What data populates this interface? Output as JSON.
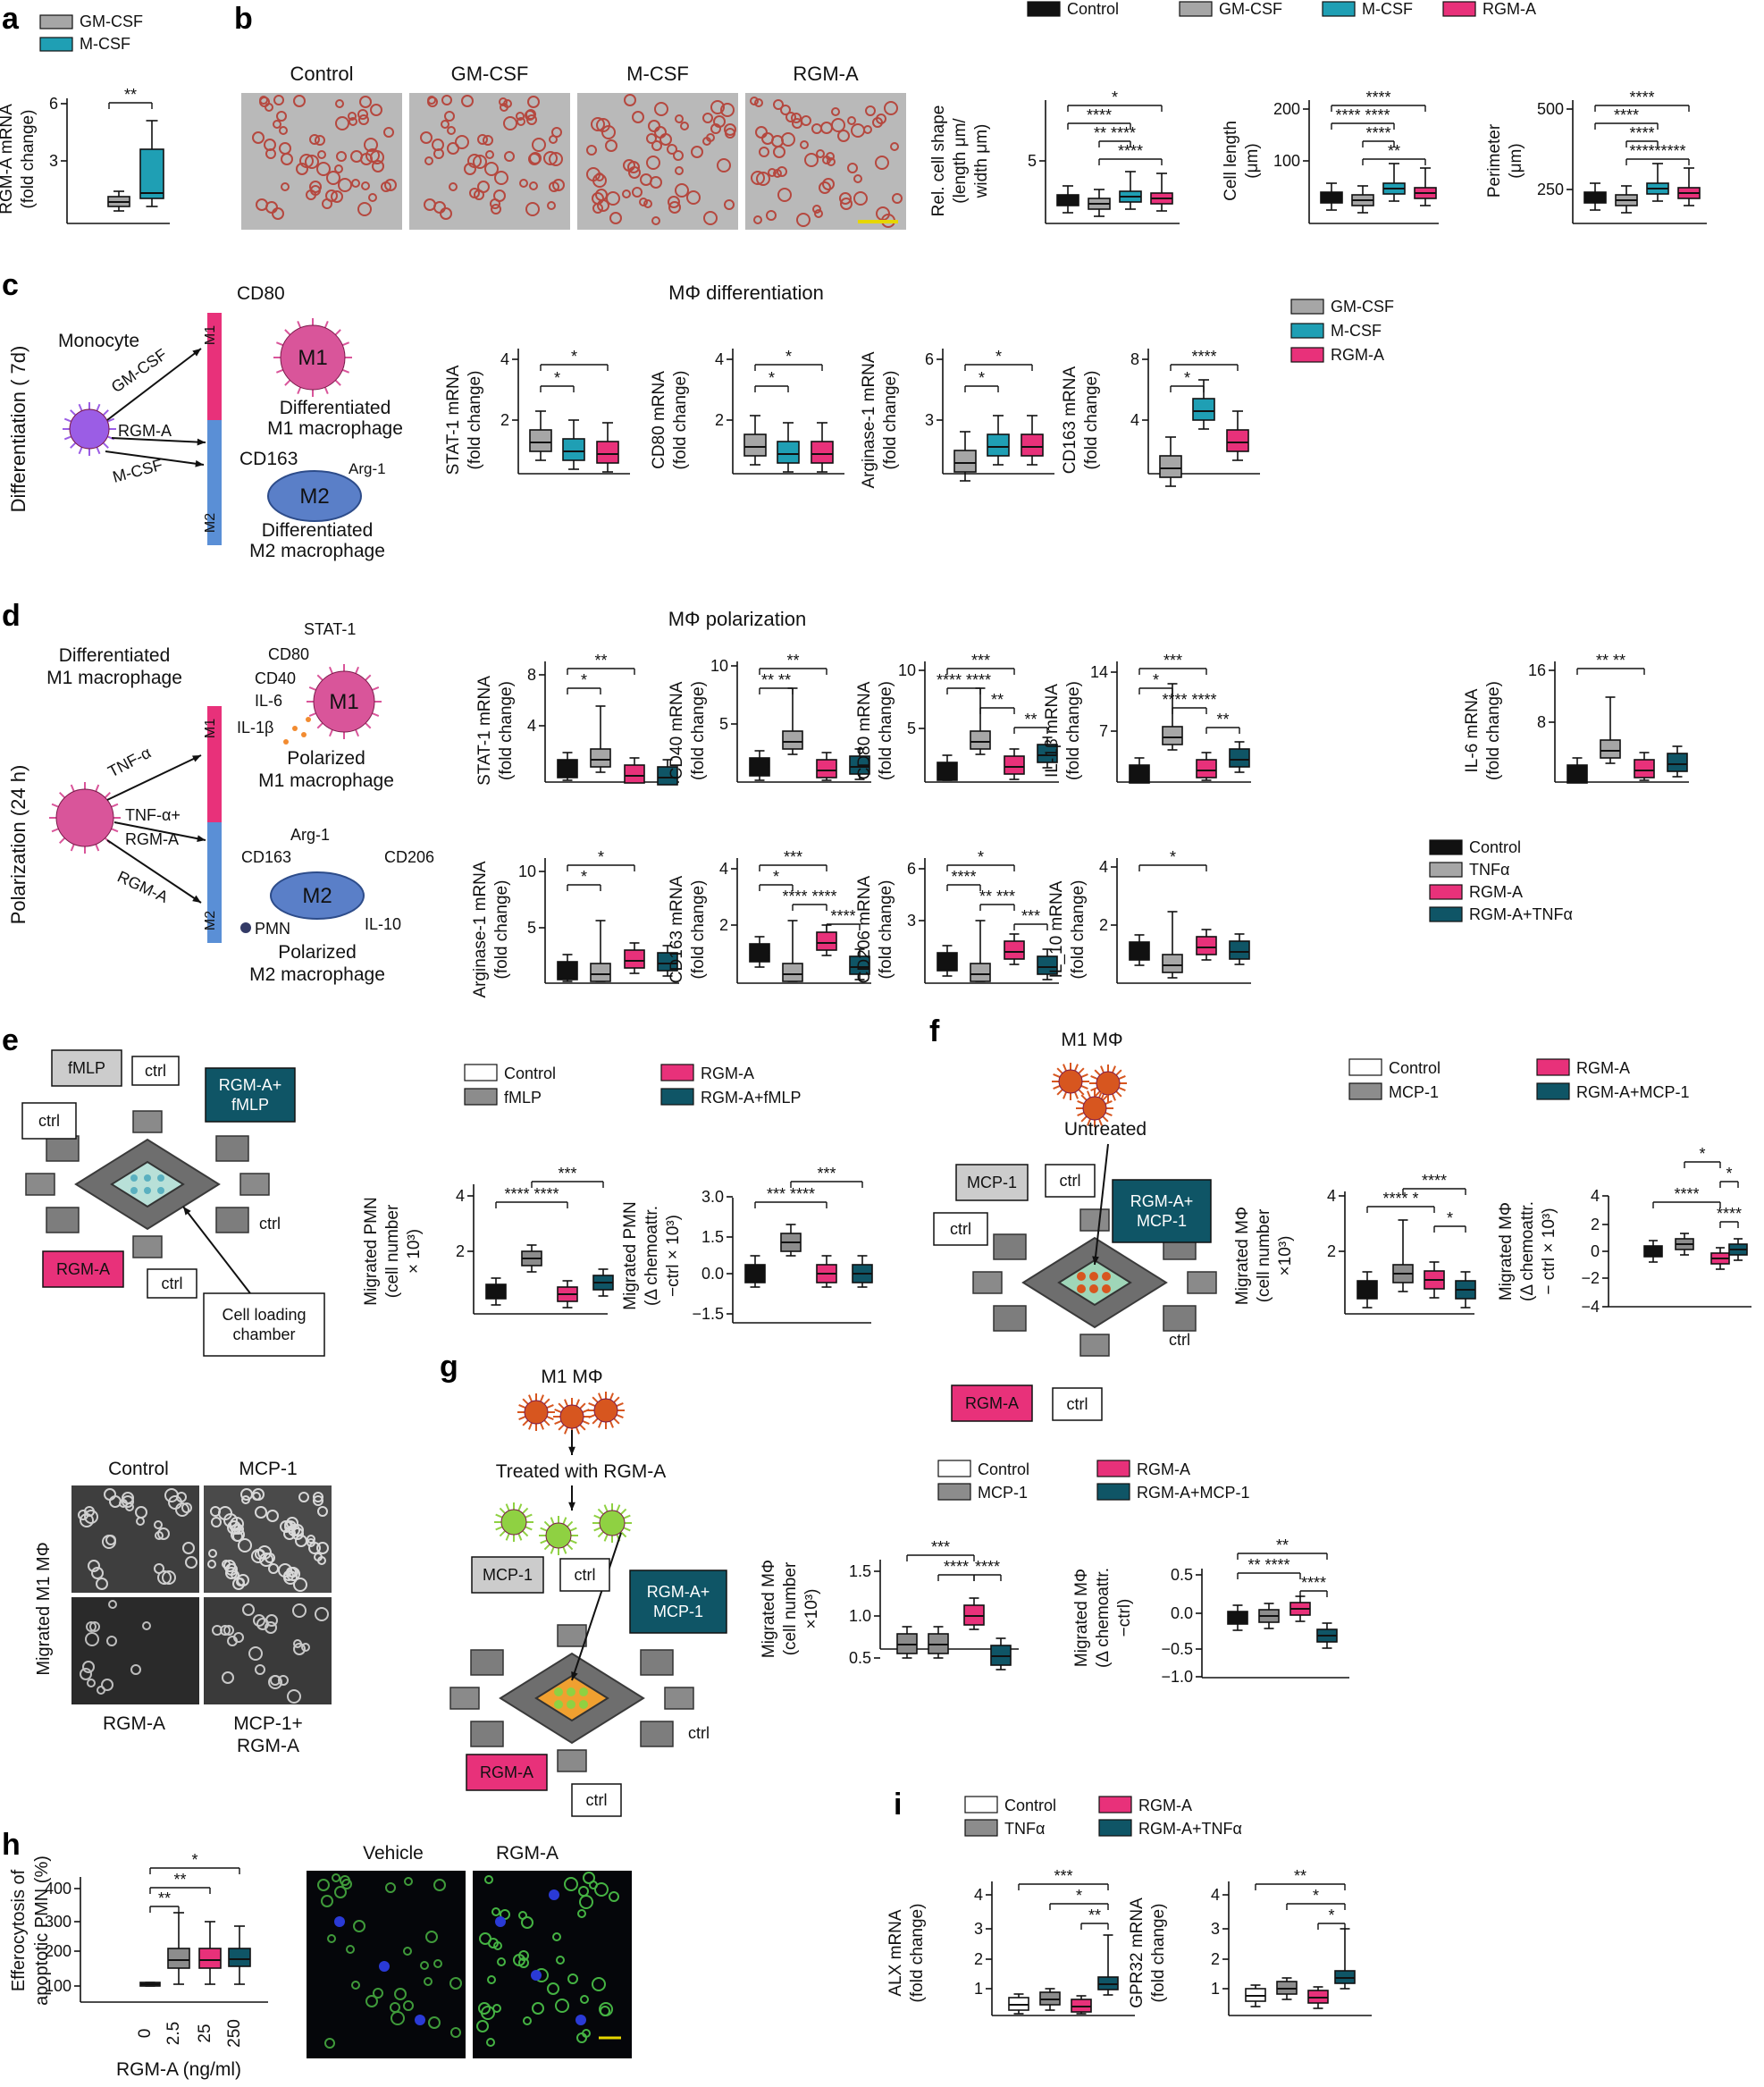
{
  "colors": {
    "control": "#111111",
    "gmcsf": "#a6a6a6",
    "mcsf": "#1f9fb4",
    "rgma": "#e8317a",
    "tnfa": "#a6a6a6",
    "combo": "#0f5566",
    "m1bar": "#e8317a",
    "m2bar": "#5a8fd6",
    "grey": "#8c8c8c"
  },
  "panel_letters": [
    "a",
    "b",
    "c",
    "d",
    "e",
    "f",
    "g",
    "h",
    "i"
  ],
  "panel_a": {
    "legend": [
      "GM-CSF",
      "M-CSF"
    ],
    "ylabel": [
      "RGM-A mRNA",
      "(fold change)"
    ],
    "yticks": [
      "6",
      "3"
    ],
    "sig": [
      "**"
    ]
  },
  "panel_b": {
    "legend": [
      "Control",
      "GM-CSF",
      "M-CSF",
      "RGM-A"
    ],
    "image_labels": [
      "Control",
      "GM-CSF",
      "M-CSF",
      "RGM-A"
    ],
    "plots": [
      {
        "ylabel": [
          "Rel. cell shape",
          "(length μm/",
          "width μm)"
        ],
        "yticks": [
          "5"
        ],
        "sig": [
          "*",
          "****",
          "** ****",
          "****"
        ]
      },
      {
        "ylabel": [
          "Cell length",
          "(μm)"
        ],
        "yticks": [
          "200",
          "100"
        ],
        "sig": [
          "****",
          "**** ****",
          "****",
          "**"
        ]
      },
      {
        "ylabel": [
          "Perimeter",
          "(μm)"
        ],
        "yticks": [
          "500",
          "250"
        ],
        "sig": [
          "****",
          "****",
          "****",
          "*********"
        ]
      }
    ]
  },
  "panel_c": {
    "title": "MΦ differentiation",
    "row_label": "Differentiation ( 7d)",
    "diagram": {
      "monocyte": "Monocyte",
      "cd80": "CD80",
      "m1": "M1",
      "m1_caption": [
        "Differentiated",
        "M1 macrophage"
      ],
      "cd163": "CD163",
      "arg1": "Arg-1",
      "m2": "M2",
      "m2_caption": [
        "Differentiated",
        "M2 macrophage"
      ],
      "arrows": [
        "GM-CSF",
        "RGM-A",
        "M-CSF"
      ],
      "bar_top": "M1",
      "bar_bottom": "M2"
    },
    "legend": [
      "GM-CSF",
      "M-CSF",
      "RGM-A"
    ],
    "plots": [
      {
        "ylabel": [
          "STAT-1 mRNA",
          "(fold change)"
        ],
        "yticks": [
          "4",
          "2"
        ],
        "sig": [
          "*",
          "*"
        ]
      },
      {
        "ylabel": [
          "CD80 mRNA",
          "(fold change)"
        ],
        "yticks": [
          "4",
          "2"
        ],
        "sig": [
          "*",
          "*"
        ]
      },
      {
        "ylabel": [
          "Arginase-1 mRNA",
          "(fold change)"
        ],
        "yticks": [
          "6",
          "3"
        ],
        "sig": [
          "*",
          "*"
        ]
      },
      {
        "ylabel": [
          "CD163 mRNA",
          "(fold change)"
        ],
        "yticks": [
          "8",
          "4"
        ],
        "sig": [
          "****",
          "*"
        ]
      }
    ]
  },
  "panel_d": {
    "title": "MΦ polarization",
    "row_label": "Polarization (24 h)",
    "diagram": {
      "m1_title": [
        "Differentiated",
        "M1 macrophage"
      ],
      "markers_m1": [
        "STAT-1",
        "CD80",
        "CD40",
        "IL-6",
        "IL-1β"
      ],
      "m1": "M1",
      "m1_caption": [
        "Polarized",
        "M1 macrophage"
      ],
      "markers_m2": [
        "Arg-1",
        "CD163",
        "CD206",
        "PMN",
        "IL-10"
      ],
      "m2": "M2",
      "m2_caption": [
        "Polarized",
        "M2 macrophage"
      ],
      "arrows": [
        "TNF-α",
        "TNF-α+",
        "RGM-A",
        "RGM-A"
      ],
      "bar_top": "M1",
      "bar_bottom": "M2"
    },
    "legend": [
      "Control",
      "TNFα",
      "RGM-A",
      "RGM-A+TNFα"
    ],
    "plots_top": [
      {
        "ylabel": [
          "STAT-1 mRNA",
          "(fold change)"
        ],
        "yticks": [
          "8",
          "4"
        ],
        "sig": [
          "**",
          "*"
        ]
      },
      {
        "ylabel": [
          "CD40 mRNA",
          "(fold change)"
        ],
        "yticks": [
          "10",
          "5"
        ],
        "sig": [
          "**",
          "** **"
        ]
      },
      {
        "ylabel": [
          "CD80 mRNA",
          "(fold change)"
        ],
        "yticks": [
          "10",
          "5"
        ],
        "sig": [
          "***",
          "**** ****",
          "**",
          "**"
        ]
      },
      {
        "ylabel": [
          "IL-1β mRNA",
          "(fold change)"
        ],
        "yticks": [
          "14",
          "7"
        ],
        "sig": [
          "***",
          "*",
          "**** ****",
          "**"
        ]
      },
      {
        "ylabel": [
          "IL-6 mRNA",
          "(fold change)"
        ],
        "yticks": [
          "16",
          "8"
        ],
        "sig": [
          "** **"
        ]
      }
    ],
    "plots_bottom": [
      {
        "ylabel": [
          "Arginase-1 mRNA",
          "(fold change)"
        ],
        "yticks": [
          "10",
          "5"
        ],
        "sig": [
          "*",
          "*"
        ]
      },
      {
        "ylabel": [
          "CD163 mRNA",
          "(fold change)"
        ],
        "yticks": [
          "4",
          "2"
        ],
        "sig": [
          "***",
          "*",
          "**** ****",
          "****"
        ]
      },
      {
        "ylabel": [
          "CD206 mRNA",
          "(fold change)"
        ],
        "yticks": [
          "6",
          "3"
        ],
        "sig": [
          "*",
          "****",
          "** ***",
          "***"
        ]
      },
      {
        "ylabel": [
          "IL_10 mRNA",
          "(fold change)"
        ],
        "yticks": [
          "4",
          "2"
        ],
        "sig": [
          "*"
        ]
      }
    ]
  },
  "panel_e": {
    "chip": {
      "fmlp": "fMLP",
      "ctrl": "ctrl",
      "rgma_fmlp": [
        "RGM-A+",
        "fMLP"
      ],
      "rgma": "RGM-A",
      "cell_loading": [
        "Cell loading",
        "chamber"
      ]
    },
    "legend": [
      "Control",
      "fMLP",
      "RGM-A",
      "RGM-A+fMLP"
    ],
    "plots": [
      {
        "ylabel": [
          "Migrated PMN",
          "(cell number",
          "× 10³)"
        ],
        "yticks": [
          "4",
          "2"
        ],
        "sig": [
          "***",
          "**** ****"
        ]
      },
      {
        "ylabel": [
          "Migrated PMN",
          "(Δ chemoattr.",
          "−ctrl × 10³)"
        ],
        "yticks": [
          "3.0",
          "1.5",
          "0.0",
          "−1.5"
        ],
        "sig": [
          "***",
          "*** ****"
        ]
      }
    ],
    "micro": {
      "ylabel": "Migrated M1 MΦ",
      "labels": [
        "Control",
        "MCP-1",
        "RGM-A",
        "MCP-1+",
        "RGM-A"
      ]
    }
  },
  "panel_f": {
    "m1": "M1 MΦ",
    "untreated": "Untreated",
    "chip": {
      "mcp1": "MCP-1",
      "ctrl": "ctrl",
      "rgma_mcp1": [
        "RGM-A+",
        "MCP-1"
      ],
      "rgma": "RGM-A"
    },
    "legend": [
      "Control",
      "MCP-1",
      "RGM-A",
      "RGM-A+MCP-1"
    ],
    "plots": [
      {
        "ylabel": [
          "Migrated MΦ",
          "(cell number",
          "×10³)"
        ],
        "yticks": [
          "4",
          "2"
        ],
        "sig": [
          "****",
          "**** *",
          "*"
        ]
      },
      {
        "ylabel": [
          "Migrated MΦ",
          "(Δ chemoattr.",
          "− ctrl × 10³)"
        ],
        "yticks": [
          "4",
          "2",
          "0",
          "−2",
          "−4"
        ],
        "sig": [
          "*",
          "*",
          "****",
          "****"
        ]
      }
    ]
  },
  "panel_g": {
    "m1": "M1 MΦ",
    "treated": "Treated with RGM-A",
    "chip": {
      "mcp1": "MCP-1",
      "ctrl": "ctrl",
      "rgma_mcp1": [
        "RGM-A+",
        "MCP-1"
      ],
      "rgma": "RGM-A"
    },
    "legend": [
      "Control",
      "MCP-1",
      "RGM-A",
      "RGM-A+MCP-1"
    ],
    "plots": [
      {
        "ylabel": [
          "Migrated MΦ",
          "(cell number",
          "×10³)"
        ],
        "yticks": [
          "1.5",
          "1.0",
          "0.5"
        ],
        "sig": [
          "***",
          "****",
          "****"
        ]
      },
      {
        "ylabel": [
          "Migrated MΦ",
          "(Δ chemoattr.",
          "−ctrl)"
        ],
        "yticks": [
          "0.5",
          "0.0",
          "−0.5",
          "−1.0"
        ],
        "sig": [
          "**",
          "** ****",
          "****"
        ]
      }
    ]
  },
  "panel_h": {
    "ylabel": [
      "Efferocytosis of",
      "apoptotic PMN (%)"
    ],
    "yticks": [
      "400",
      "300",
      "200",
      "100"
    ],
    "xticks": [
      "0",
      "2.5",
      "25",
      "250"
    ],
    "xlabel": "RGM-A (ng/ml)",
    "sig": [
      "*",
      "**",
      "**"
    ],
    "image_labels": [
      "Vehicle",
      "RGM-A"
    ]
  },
  "panel_i": {
    "legend": [
      "Control",
      "TNFα",
      "RGM-A",
      "RGM-A+TNFα"
    ],
    "plots": [
      {
        "ylabel": [
          "ALX mRNA",
          "(fold change)"
        ],
        "yticks": [
          "4",
          "3",
          "2",
          "1"
        ],
        "sig": [
          "***",
          "*",
          "**"
        ]
      },
      {
        "ylabel": [
          "GPR32 mRNA",
          "(fold change)"
        ],
        "yticks": [
          "4",
          "3",
          "2",
          "1"
        ],
        "sig": [
          "**",
          "*",
          "*"
        ]
      }
    ]
  }
}
